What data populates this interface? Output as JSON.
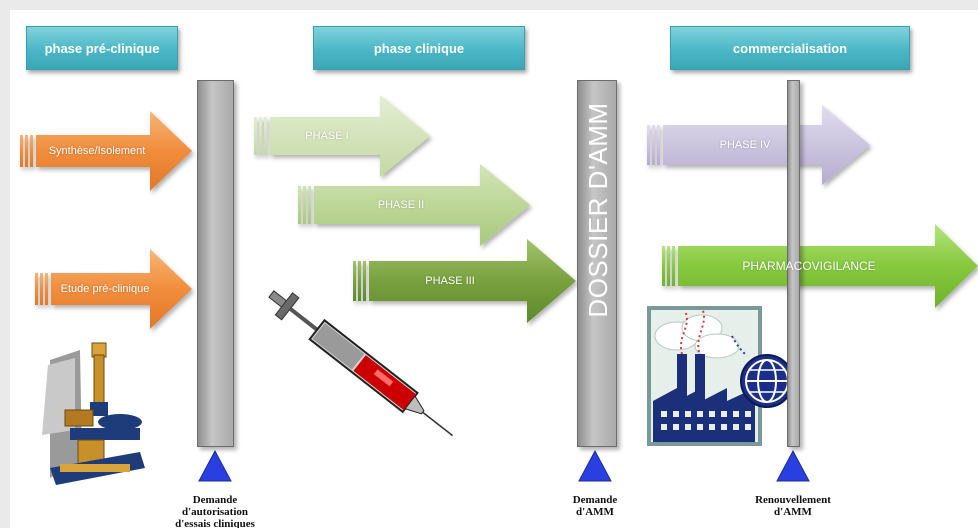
{
  "headers": {
    "preclinical": "phase pré-clinique",
    "clinical": "phase clinique",
    "commercial": "commercialisation"
  },
  "arrows": {
    "synthese": "Synthèse/Isolement",
    "etude": "Etude pré-clinique",
    "phase1": "PHASE I",
    "phase2": "PHASE II",
    "phase3": "PHASE III",
    "phase4": "PHASE IV",
    "pharmaco": "PHARMACOVIGILANCE"
  },
  "dossier": "DOSSIER D'AMM",
  "markers": {
    "essais": [
      "Demande",
      "d'autorisation",
      "d'essais cliniques"
    ],
    "amm": [
      "Demande",
      "d'AMM"
    ],
    "renouvellement": [
      "Renouvellement",
      "d'AMM"
    ]
  },
  "colors": {
    "header": "#4bb7c6",
    "orange": "#f29a4a",
    "light_green": "#cfe0b0",
    "mid_green": "#b3d08a",
    "dark_green": "#7ba243",
    "lavender": "#c3bad8",
    "bright_green": "#8fcf4a",
    "marker": "#2233dd"
  },
  "icons": [
    "microscope-icon",
    "syringe-icon",
    "factory-globe-icon"
  ]
}
